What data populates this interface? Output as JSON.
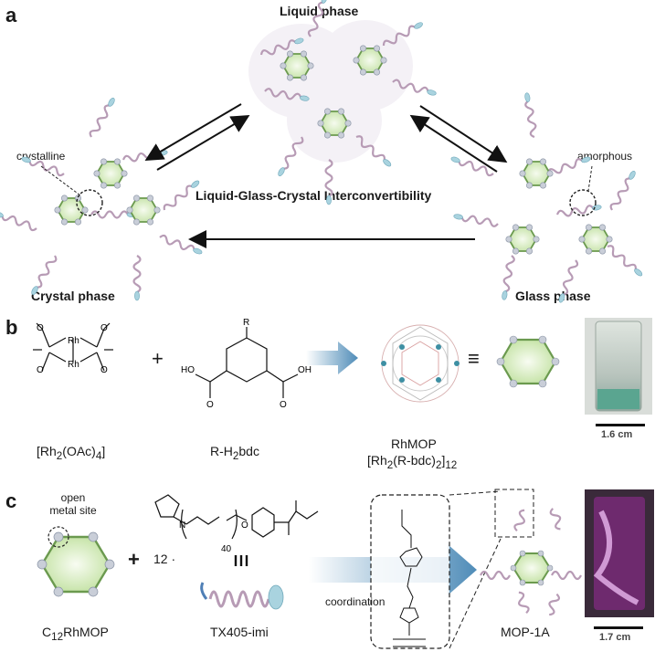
{
  "panel_a": {
    "letter": "a",
    "liquid_phase": "Liquid phase",
    "crystal_phase": "Crystal phase",
    "glass_phase": "Glass phase",
    "crystalline": "crystalline",
    "amorphous": "amorphous",
    "center_title": "Liquid-Glass-Crystal Interconvertibility"
  },
  "panel_b": {
    "letter": "b",
    "rh_label_prefix": "[Rh",
    "rh_label_sub1": "2",
    "rh_label_mid": "(OAc)",
    "rh_label_sub2": "4",
    "rh_label_suffix": "]",
    "plus": "+",
    "ligand_prefix": "R-H",
    "ligand_sub": "2",
    "ligand_suffix": "bdc",
    "rhmop": "RhMOP",
    "formula_a": "[Rh",
    "formula_sub1": "2",
    "formula_b": "(R-bdc)",
    "formula_sub2": "2",
    "formula_c": "]",
    "formula_sub3": "12",
    "equiv": "≡",
    "scale_bar": "1.6 cm",
    "atom_R": "R",
    "atom_Rh": "Rh",
    "atom_O": "O",
    "atom_HO": "HO",
    "atom_OH": "OH"
  },
  "panel_c": {
    "letter": "c",
    "open_metal_site_1": "open",
    "open_metal_site_2": "metal site",
    "plus": "+",
    "multiplier": "12 ·",
    "repeat_n": "40",
    "c12_prefix": "C",
    "c12_sub": "12",
    "c12_suffix": "RhMOP",
    "tx405": "TX405-imi",
    "coordination": "coordination",
    "mop1a": "MOP-1A",
    "scale_bar": "1.7 cm",
    "atom_N": "N",
    "atom_O": "O"
  },
  "colors": {
    "hexagon_fill": "#d7ecc2",
    "hexagon_stroke": "#6b9a4f",
    "vertex_fill": "#c9ced8",
    "chain_stroke": "#b79bb5",
    "tip_fill": "#a9d3df",
    "arrow_blue": "#5b93b9",
    "vial_green": "#5aa590",
    "vial_purple": "#8a2a86"
  }
}
